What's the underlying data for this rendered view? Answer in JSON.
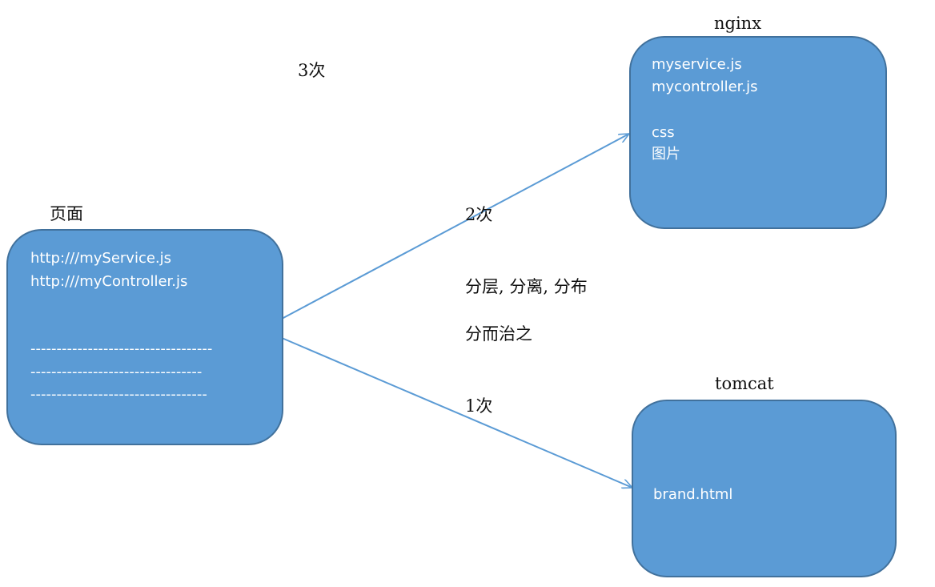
{
  "labels": {
    "page": "页面",
    "nginx": "nginx",
    "tomcat": "tomcat",
    "third": "3次",
    "second": "2次",
    "first": "1次",
    "note1": "分层, 分离, 分布",
    "note2": "分而治之"
  },
  "page_box": {
    "lines": [
      "http:///myService.js",
      "http:///myController.js",
      "-----------------------------------",
      "---------------------------------",
      "----------------------------------"
    ]
  },
  "nginx_box": {
    "lines": [
      "myservice.js",
      "mycontroller.js",
      "css",
      "图片"
    ]
  },
  "tomcat_box": {
    "lines": [
      "brand.html"
    ]
  },
  "colors": {
    "box_fill": "#5b9bd5",
    "box_border": "#41719c",
    "arrow": "#5b9bd5"
  }
}
